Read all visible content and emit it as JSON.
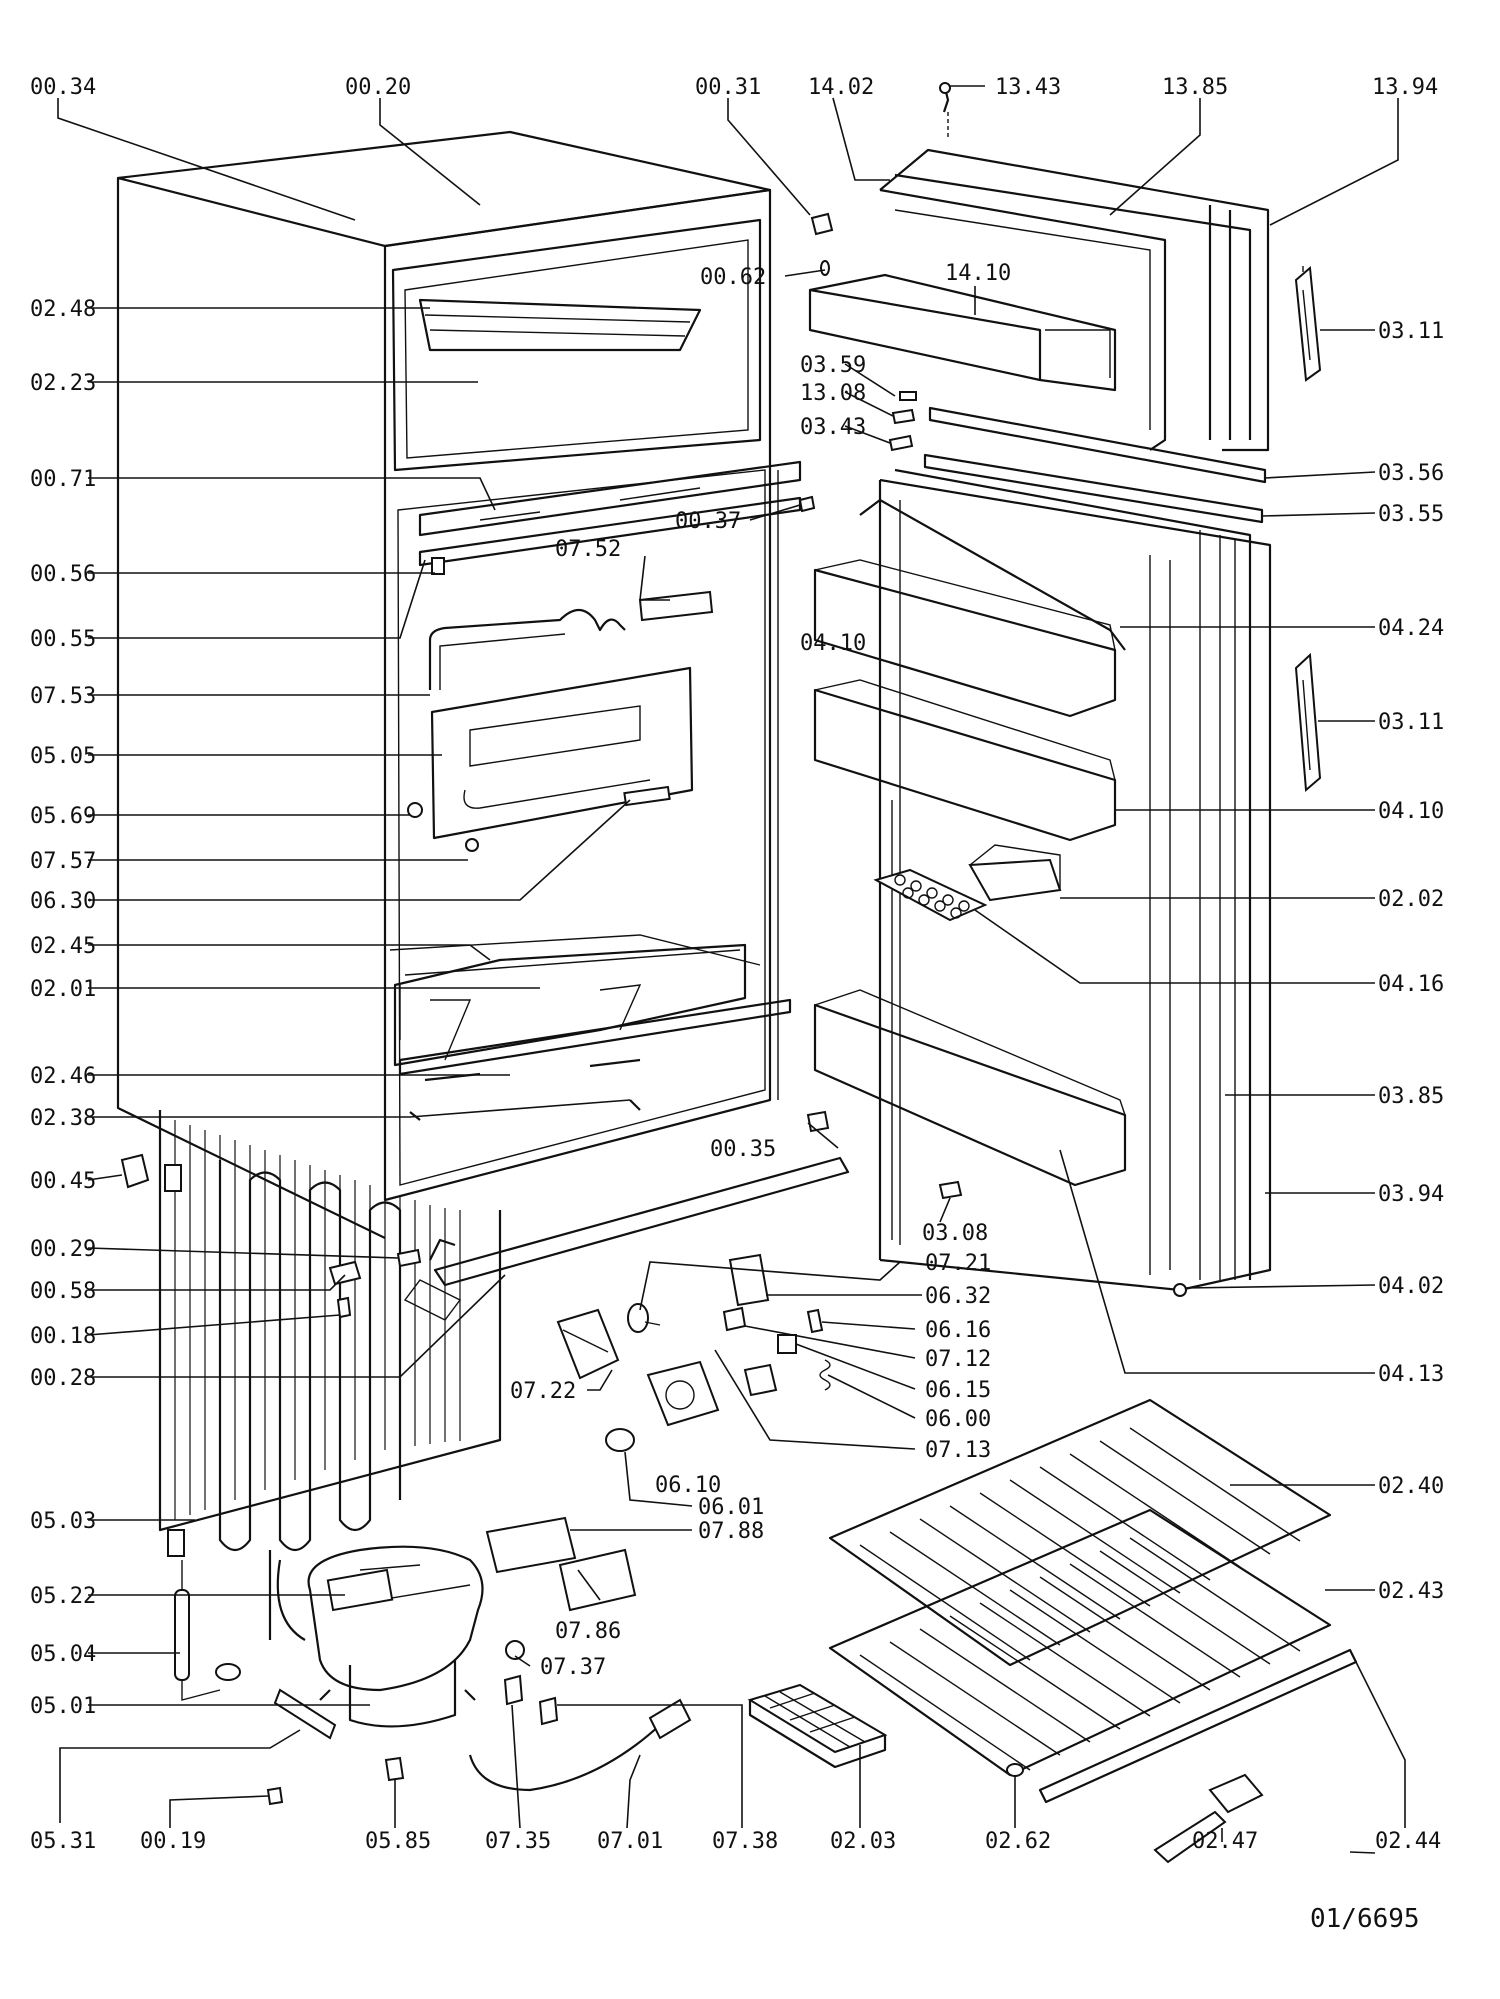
{
  "doc_number": "01/6695",
  "labels": {
    "l_0034": "00.34",
    "l_0020": "00.20",
    "l_0031": "00.31",
    "l_1402": "14.02",
    "l_1343": "13.43",
    "l_1385": "13.85",
    "l_1394": "13.94",
    "l_0062": "00.62",
    "l_1410": "14.10",
    "l_0248": "02.48",
    "l_0223": "02.23",
    "l_0311a": "03.11",
    "l_0359": "03.59",
    "l_1308": "13.08",
    "l_0343": "03.43",
    "l_0071": "00.71",
    "l_0356": "03.56",
    "l_0037": "00.37",
    "l_0355": "03.55",
    "l_0752": "07.52",
    "l_0056": "00.56",
    "l_0055": "00.55",
    "l_0424": "04.24",
    "l_0410a": "04.10",
    "l_0753": "07.53",
    "l_0311b": "03.11",
    "l_0505": "05.05",
    "l_0569": "05.69",
    "l_0410b": "04.10",
    "l_0757": "07.57",
    "l_0630": "06.30",
    "l_0202": "02.02",
    "l_0245": "02.45",
    "l_0201": "02.01",
    "l_0416": "04.16",
    "l_0246": "02.46",
    "l_0385": "03.85",
    "l_0238": "02.38",
    "l_0035": "00.35",
    "l_0045": "00.45",
    "l_0394": "03.94",
    "l_0308": "03.08",
    "l_0029": "00.29",
    "l_0721": "07.21",
    "l_0058": "00.58",
    "l_0632": "06.32",
    "l_0402": "04.02",
    "l_0018": "00.18",
    "l_0616": "06.16",
    "l_0712": "07.12",
    "l_0028": "00.28",
    "l_0615": "06.15",
    "l_0413": "04.13",
    "l_0722": "07.22",
    "l_0600": "06.00",
    "l_0713": "07.13",
    "l_0610": "06.10",
    "l_0240": "02.40",
    "l_0601": "06.01",
    "l_0503": "05.03",
    "l_0788": "07.88",
    "l_0522": "05.22",
    "l_0243": "02.43",
    "l_0786": "07.86",
    "l_0504": "05.04",
    "l_0737": "07.37",
    "l_0501": "05.01",
    "l_0531": "05.31",
    "l_0019": "00.19",
    "l_0585": "05.85",
    "l_0735": "07.35",
    "l_0701": "07.01",
    "l_0738": "07.38",
    "l_0203": "02.03",
    "l_0262": "02.62",
    "l_0247": "02.47",
    "l_0244": "02.44"
  }
}
